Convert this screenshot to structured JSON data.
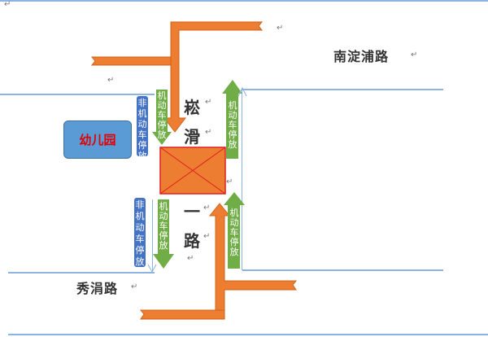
{
  "roads": {
    "north": "南淀浦路",
    "south": "秀涓路",
    "vertical": [
      "崧",
      "滑",
      "一",
      "路"
    ]
  },
  "kindergarten": "幼儿园",
  "labels": {
    "non_motor_parking": "非机动车停放",
    "motor_parking": "机动车停放"
  },
  "paragraph_mark": "↵",
  "colors": {
    "orange": "#ED7D31",
    "green": "#70AD47",
    "blue": "#4472C4",
    "kindergarten": "#5B9BD5",
    "line": "#8db3e2"
  }
}
